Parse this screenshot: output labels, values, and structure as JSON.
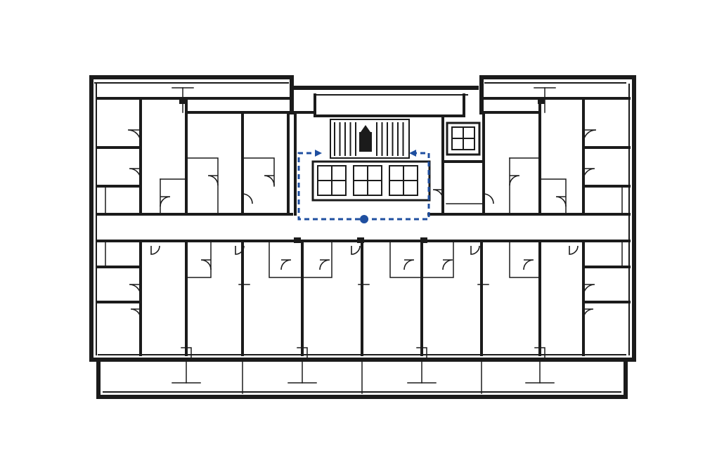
{
  "floor_plan": {
    "elevator_cars": 3,
    "freight_cars": 1,
    "stair_count": 1,
    "route": {
      "style": "dashed",
      "color": "#1f4fa0",
      "marker_color": "#1f4fa0"
    },
    "colors": {
      "walls": "#1b1b1b",
      "background": "#ffffff"
    },
    "icons": [
      "north-arrow-free",
      "elevator-icon",
      "stair-icon",
      "door-swing-icon",
      "column-icon"
    ]
  }
}
